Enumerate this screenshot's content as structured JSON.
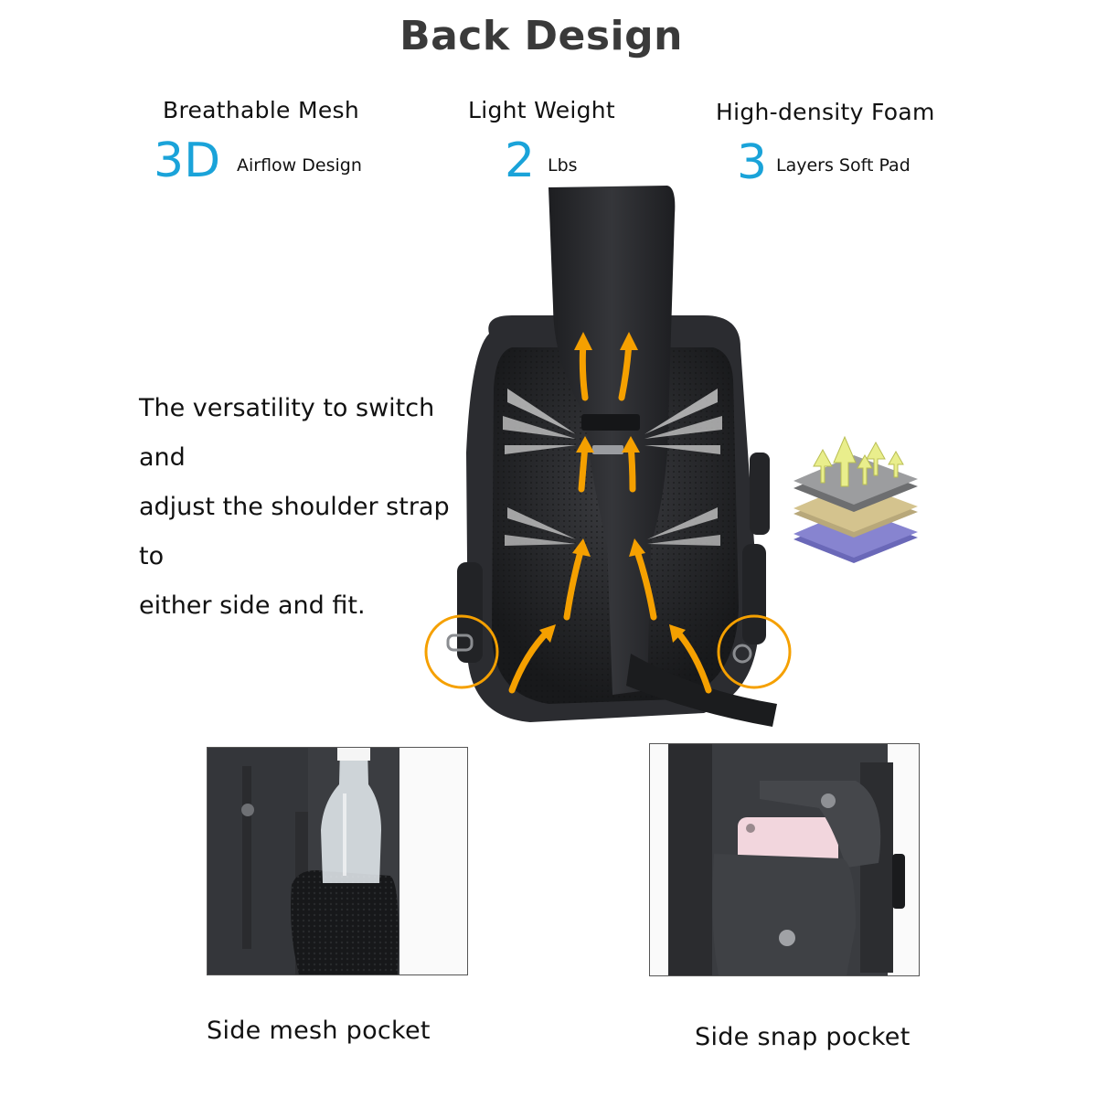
{
  "header": {
    "title": "Back Design"
  },
  "features": [
    {
      "heading": "Breathable Mesh",
      "big": "3D",
      "small": "Airflow Design"
    },
    {
      "heading": "Light Weight",
      "big": "2",
      "small": "Lbs"
    },
    {
      "heading": "High-density Foam",
      "big": "3",
      "small": "Layers Soft Pad"
    }
  ],
  "description": {
    "lines": [
      "The versatility to switch and",
      "adjust the shoulder strap to",
      "either side and fit."
    ]
  },
  "captions": {
    "left": "Side mesh pocket",
    "right": "Side snap pocket"
  },
  "colors": {
    "accent_blue": "#1aa3d9",
    "arrow_orange": "#f5a000",
    "bag_dark": "#2b2c30",
    "title_gray": "#3a3a3a"
  },
  "icons": {
    "foam_layers": "foam-layers-icon",
    "airflow_arrows": "airflow-arrow-icon",
    "strap_ring": "highlight-circle-icon"
  }
}
